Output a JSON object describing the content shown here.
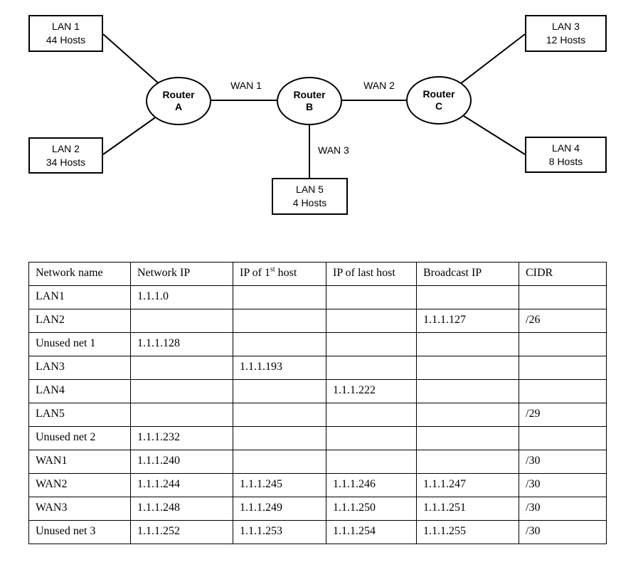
{
  "diagram": {
    "nodes": {
      "lan1": {
        "title": "LAN 1",
        "subtitle": "44 Hosts"
      },
      "lan2": {
        "title": "LAN 2",
        "subtitle": "34 Hosts"
      },
      "lan3": {
        "title": "LAN 3",
        "subtitle": "12 Hosts"
      },
      "lan4": {
        "title": "LAN 4",
        "subtitle": "8 Hosts"
      },
      "lan5": {
        "title": "LAN 5",
        "subtitle": "4 Hosts"
      },
      "routerA": {
        "line1": "Router",
        "line2": "A"
      },
      "routerB": {
        "line1": "Router",
        "line2": "B"
      },
      "routerC": {
        "line1": "Router",
        "line2": "C"
      }
    },
    "links": {
      "wan1": "WAN 1",
      "wan2": "WAN 2",
      "wan3": "WAN 3"
    }
  },
  "table": {
    "columns": [
      {
        "label": "Network name"
      },
      {
        "label": "Network IP"
      },
      {
        "label": "IP of 1st host",
        "sup": {
          "before": "IP of 1",
          "sup": "st",
          "after": " host"
        }
      },
      {
        "label": "IP of last host"
      },
      {
        "label": "Broadcast IP"
      },
      {
        "label": "CIDR"
      }
    ],
    "rows": [
      [
        "LAN1",
        "1.1.1.0",
        "",
        "",
        "",
        ""
      ],
      [
        "LAN2",
        "",
        "",
        "",
        "1.1.1.127",
        "/26"
      ],
      [
        "Unused net 1",
        "1.1.1.128",
        "",
        "",
        "",
        ""
      ],
      [
        "LAN3",
        "",
        "1.1.1.193",
        "",
        "",
        ""
      ],
      [
        "LAN4",
        "",
        "",
        "1.1.1.222",
        "",
        ""
      ],
      [
        "LAN5",
        "",
        "",
        "",
        "",
        "/29"
      ],
      [
        "Unused net 2",
        "1.1.1.232",
        "",
        "",
        "",
        ""
      ],
      [
        "WAN1",
        "1.1.1.240",
        "",
        "",
        "",
        "/30"
      ],
      [
        "WAN2",
        "1.1.1.244",
        "1.1.1.245",
        "1.1.1.246",
        "1.1.1.247",
        "/30"
      ],
      [
        "WAN3",
        "1.1.1.248",
        "1.1.1.249",
        "1.1.1.250",
        "1.1.1.251",
        "/30"
      ],
      [
        "Unused net 3",
        "1.1.1.252",
        "1.1.1.253",
        "1.1.1.254",
        "1.1.1.255",
        "/30"
      ]
    ]
  },
  "colors": {
    "line": "#000000",
    "background": "#ffffff"
  }
}
